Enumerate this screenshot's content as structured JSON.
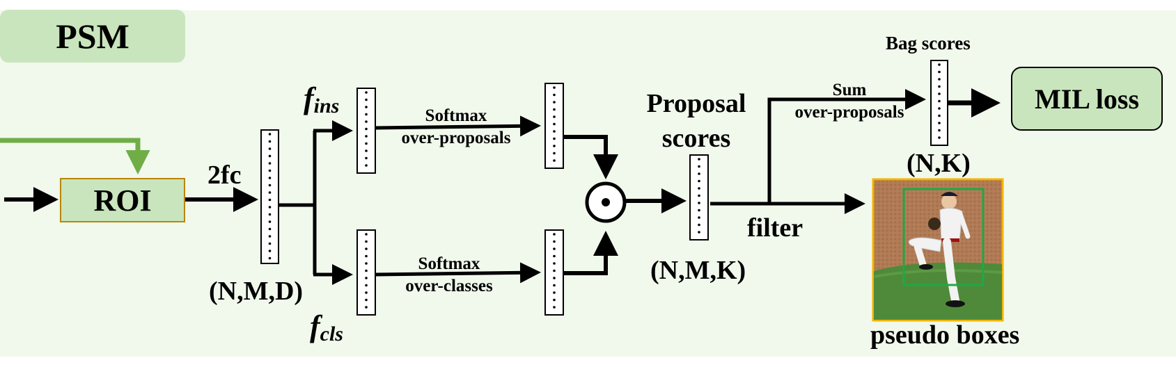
{
  "title": "PSM",
  "nodes": {
    "roi": "ROI",
    "mil_loss": "MIL loss",
    "hadamard_symbol": "⊙"
  },
  "labels": {
    "two_fc": "2fc",
    "nmd": "(N,M,D)",
    "f_ins_base": "f",
    "f_ins_sub": "ins",
    "f_cls_base": "f",
    "f_cls_sub": "cls",
    "softmax_top_1": "Softmax",
    "softmax_top_2": "over-proposals",
    "softmax_bottom_1": "Softmax",
    "softmax_bottom_2": "over-classes",
    "proposal_scores_1": "Proposal",
    "proposal_scores_2": "scores",
    "nmk": "(N,M,K)",
    "filter": "filter",
    "sum_1": "Sum",
    "sum_2": "over-proposals",
    "bag_scores": "Bag scores",
    "nk": "(N,K)",
    "pseudo_boxes": "pseudo boxes"
  },
  "colors": {
    "background_panel": "#f1f8ec",
    "green_box": "#c9e5bd",
    "roi_border": "#b8860b",
    "green_arrow": "#70ad47",
    "image_border": "#f5b400",
    "bbox": "#1fa844"
  }
}
